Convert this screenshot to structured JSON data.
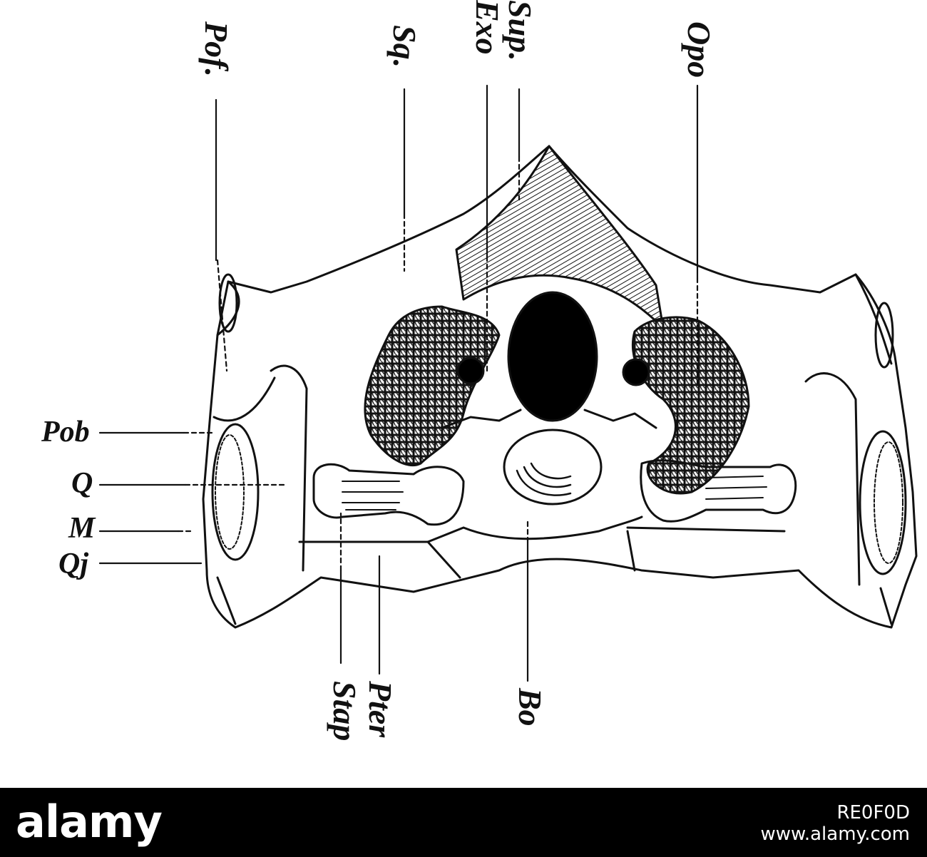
{
  "figure": {
    "labels": {
      "pof": "Pof.",
      "sq": "Sq.",
      "exo": "Exo",
      "sup": "Sup.",
      "opo": "Opo",
      "pob": "Pob",
      "q": "Q",
      "m": "M",
      "qj": "Qj",
      "stap": "Stap",
      "pter": "Pter",
      "bo": "Bo"
    }
  },
  "footer": {
    "brand": "alamy",
    "image_id": "RE0F0D",
    "url": "www.alamy.com"
  }
}
